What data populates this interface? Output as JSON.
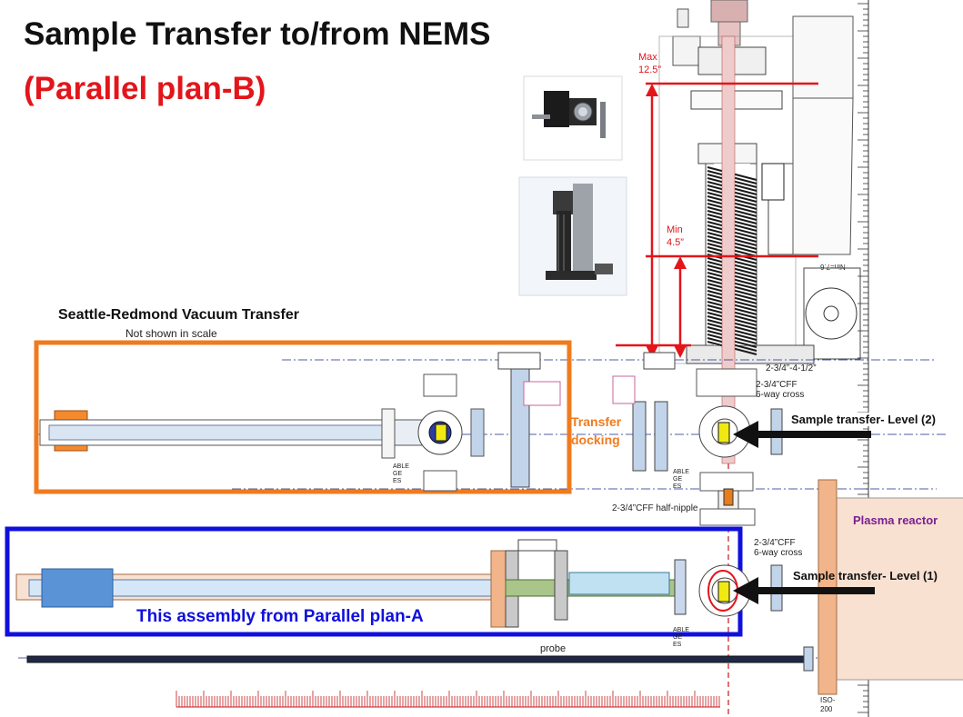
{
  "title": "Sample Transfer to/from NEMS",
  "subtitle": "(Parallel plan-B)",
  "seattle": {
    "title": "Seattle-Redmond Vacuum Transfer",
    "note": "Not shown in scale"
  },
  "labels": {
    "max_line1": "Max",
    "max_line2": "12.5”",
    "min_line1": "Min",
    "min_line2": "4.5”",
    "transfer_docking_line1": "Transfer",
    "transfer_docking_line2": "docking",
    "cff_top": "2-3/4”-4-1/2”",
    "cff_cross_upper_1": "2-3/4”CFF",
    "cff_cross_upper_2": "6-way cross",
    "half_nipple": "2-3/4”CFF half-nipple",
    "cff_cross_lower_1": "2-3/4”CFF",
    "cff_cross_lower_2": "6-way cross",
    "level2": "Sample transfer- Level (2)",
    "level1": "Sample transfer- Level (1)",
    "plasma": "Plasma reactor",
    "assembly": "This assembly from Parallel plan-A",
    "probe": "probe",
    "iso_line1": "ISO-",
    "iso_line2": "200",
    "nin": "Nin=7.6",
    "able_1": "ABLE",
    "able_2": "GE",
    "able_3": "ES"
  },
  "colors": {
    "orange": "#f07b1e",
    "blue": "#1010dd",
    "red": "#e3151a",
    "plasma_fill": "#f9e1d2",
    "plasma_text": "#7a2090",
    "flange": "#f2b48a",
    "rod": "#bfd7ea",
    "green": "#a9c58a"
  },
  "icons": [
    "arrow-right-icon",
    "arrow-left-icon",
    "double-arrow-icon"
  ]
}
